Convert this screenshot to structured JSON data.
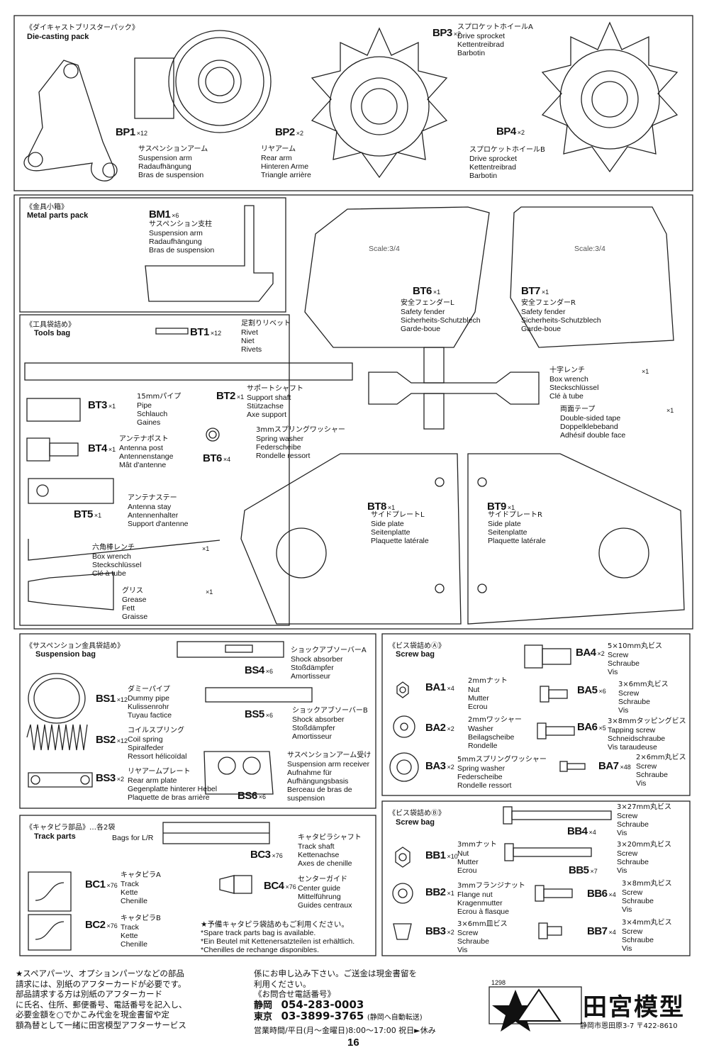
{
  "die": {
    "jp": "《ダイキャストブリスターパック》",
    "en": "Die-casting pack"
  },
  "metal": {
    "jp": "《金具小箱》",
    "en": "Metal parts pack"
  },
  "tools": {
    "jp": "《工具袋詰め》",
    "en": "Tools bag"
  },
  "susp": {
    "jp": "《サスペンション金具袋詰め》",
    "en": "Suspension bag"
  },
  "track": {
    "jp": "《キャタピラ部品》…各2袋",
    "en": "Track parts",
    "sub": "Bags for L/R"
  },
  "screwA": {
    "jp": "《ビス袋詰めⒶ》",
    "en": "Screw bag"
  },
  "screwB": {
    "jp": "《ビス袋詰めⒷ》",
    "en": "Screw bag"
  },
  "scale": "Scale:3/4",
  "parts": [
    {
      "code": "BP1",
      "qty": "×12",
      "lines": [
        "サスペンションアーム",
        "Suspension arm",
        "Radaufhängung",
        "Bras de suspension"
      ]
    },
    {
      "code": "BP2",
      "qty": "×2",
      "lines": [
        "リヤアーム",
        "Rear arm",
        "Hinteren Arme",
        "Triangle arrière"
      ]
    },
    {
      "code": "BP3",
      "qty": "×2",
      "lines": [
        "スプロケットホイールA",
        "Drive sprocket",
        "Kettentreibrad",
        "Barbotin"
      ]
    },
    {
      "code": "BP4",
      "qty": "×2",
      "lines": [
        "スプロケットホイールB",
        "Drive sprocket",
        "Kettentreibrad",
        "Barbotin"
      ]
    },
    {
      "code": "BM1",
      "qty": "×6",
      "lines": [
        "サスペンション支柱",
        "Suspension arm",
        "Radaufhängung",
        "Bras de suspension"
      ]
    },
    {
      "code": "BT6",
      "qty": "×1",
      "lines": [
        "安全フェンダーL",
        "Safety fender",
        "Sicherheits-Schutzblech",
        "Garde-boue"
      ]
    },
    {
      "code": "BT7",
      "qty": "×1",
      "lines": [
        "安全フェンダーR",
        "Safety fender",
        "Sicherheits-Schutzblech",
        "Garde-boue"
      ]
    },
    {
      "code": "BT1",
      "qty": "×12",
      "lines": [
        "足割りリベット",
        "Rivet",
        "Niet",
        "Rivets"
      ]
    },
    {
      "code": "BT3",
      "qty": "×1",
      "lines": [
        "15mmパイプ",
        "Pipe",
        "Schlauch",
        "Gaines"
      ]
    },
    {
      "code": "BT2",
      "qty": "×1",
      "lines": [
        "サポートシャフト",
        "Support shaft",
        "Stützachse",
        "Axe support"
      ]
    },
    {
      "code": "BT4",
      "qty": "×1",
      "lines": [
        "アンテナポスト",
        "Antenna post",
        "Antennenstange",
        "Mât d'antenne"
      ]
    },
    {
      "code": "BT6",
      "qty": "×4",
      "lines": [
        "3mmスプリングワッシャー",
        "Spring washer",
        "Federscheibe",
        "Rondelle ressort"
      ]
    },
    {
      "code": "BT5",
      "qty": "×1",
      "lines": [
        "アンテナステー",
        "Antenna stay",
        "Antennenhalter",
        "Support d'antenne"
      ]
    },
    {
      "code": "BT8",
      "qty": "×1",
      "lines": [
        "サイドプレートL",
        "Side plate",
        "Seitenplatte",
        "Plaquette latérale"
      ]
    },
    {
      "code": "BT9",
      "qty": "×1",
      "lines": [
        "サイドプレートR",
        "Side plate",
        "Seitenplatte",
        "Plaquette latérale"
      ]
    },
    {
      "code": "BS4",
      "qty": "×6",
      "lines": [
        "ショックアブソーバーA",
        "Shock absorber",
        "Stoßdämpfer",
        "Amortisseur"
      ]
    },
    {
      "code": "BS1",
      "qty": "×12",
      "lines": [
        "ダミーパイプ",
        "Dummy pipe",
        "Kulissenrohr",
        "Tuyau factice"
      ]
    },
    {
      "code": "BS5",
      "qty": "×6",
      "lines": [
        "ショックアブソーバーB",
        "Shock absorber",
        "Stoßdämpfer",
        "Amortisseur"
      ]
    },
    {
      "code": "BS2",
      "qty": "×12",
      "lines": [
        "コイルスプリング",
        "Coil spring",
        "Spiralfeder",
        "Ressort hélicoïdal"
      ]
    },
    {
      "code": "BS3",
      "qty": "×2",
      "lines": [
        "リヤアームプレート",
        "Rear arm plate",
        "Gegenplatte hinterer Hebel",
        "Plaquette de bras arrière"
      ]
    },
    {
      "code": "BS6",
      "qty": "×6",
      "lines": [
        "サスペンションアーム受け",
        "Suspension arm receiver",
        "Aufnahme für",
        "Aufhängungsbasis",
        "Berceau de bras de",
        "suspension"
      ]
    },
    {
      "code": "BC3",
      "qty": "×76",
      "lines": [
        "キャタピラシャフト",
        "Track shaft",
        "Kettenachse",
        "Axes de chenille"
      ]
    },
    {
      "code": "BC1",
      "qty": "×76",
      "lines": [
        "キャタピラA",
        "Track",
        "Kette",
        "Chenille"
      ]
    },
    {
      "code": "BC4",
      "qty": "×76",
      "lines": [
        "センターガイド",
        "Center guide",
        "Mittelführung",
        "Guides centraux"
      ]
    },
    {
      "code": "BC2",
      "qty": "×76",
      "lines": [
        "キャタピラB",
        "Track",
        "Kette",
        "Chenille"
      ]
    },
    {
      "code": "BA4",
      "qty": "×2",
      "lines": [
        "5×10mm丸ビス",
        "Screw",
        "Schraube",
        "Vis"
      ]
    },
    {
      "code": "BA1",
      "qty": "×4",
      "lines": [
        "2mmナット",
        "Nut",
        "Mutter",
        "Ecrou"
      ]
    },
    {
      "code": "BA5",
      "qty": "×6",
      "lines": [
        "3×6mm丸ビス",
        "Screw",
        "Schraube",
        "Vis"
      ]
    },
    {
      "code": "BA2",
      "qty": "×2",
      "lines": [
        "2mmワッシャー",
        "Washer",
        "Beilagscheibe",
        "Rondelle"
      ]
    },
    {
      "code": "BA6",
      "qty": "×5",
      "lines": [
        "3×8mmタッピングビス",
        "Tapping screw",
        "Schneidschraube",
        "Vis taraudeuse"
      ]
    },
    {
      "code": "BA3",
      "qty": "×2",
      "lines": [
        "5mmスプリングワッシャー",
        "Spring washer",
        "Federscheibe",
        "Rondelle ressort"
      ]
    },
    {
      "code": "BA7",
      "qty": "×48",
      "lines": [
        "2×6mm丸ビス",
        "Screw",
        "Schraube",
        "Vis"
      ]
    },
    {
      "code": "BB4",
      "qty": "×4",
      "lines": [
        "3×27mm丸ビス",
        "Screw",
        "Schraube",
        "Vis"
      ]
    },
    {
      "code": "BB1",
      "qty": "×10",
      "lines": [
        "3mmナット",
        "Nut",
        "Mutter",
        "Ecrou"
      ]
    },
    {
      "code": "BB5",
      "qty": "×7",
      "lines": [
        "3×20mm丸ビス",
        "Screw",
        "Schraube",
        "Vis"
      ]
    },
    {
      "code": "BB2",
      "qty": "×1",
      "lines": [
        "3mmフランジナット",
        "Flange nut",
        "Kragenmutter",
        "Ecrou à flasque"
      ]
    },
    {
      "code": "BB6",
      "qty": "×4",
      "lines": [
        "3×8mm丸ビス",
        "Screw",
        "Schraube",
        "Vis"
      ]
    },
    {
      "code": "BB3",
      "qty": "×2",
      "lines": [
        "3×6mm皿ビス",
        "Screw",
        "Schraube",
        "Vis"
      ]
    },
    {
      "code": "BB7",
      "qty": "×4",
      "lines": [
        "3×4mm丸ビス",
        "Screw",
        "Schraube",
        "Vis"
      ]
    }
  ],
  "tools_items": [
    {
      "jp": "十字レンチ",
      "qty": "×1",
      "lines": [
        "Box wrench",
        "Steckschlüssel",
        "Clé à tube"
      ]
    },
    {
      "jp": "両面テープ",
      "qty": "×1",
      "lines": [
        "Double-sided tape",
        "Doppelklebeband",
        "Adhésif double face"
      ]
    },
    {
      "jp": "六角棒レンチ",
      "qty": "×1",
      "lines": [
        "Box wrench",
        "Steckschlüssel",
        "Clé à tube"
      ]
    },
    {
      "jp": "グリス",
      "qty": "×1",
      "lines": [
        "Grease",
        "Fett",
        "Graisse"
      ]
    }
  ],
  "spare": [
    "★予備キャタピラ袋詰めもご利用ください。",
    "*Spare track parts bag is available.",
    "*Ein Beutel mit Kettenersatzteilen ist erhältlich.",
    "*Chenilles de rechange disponibles."
  ],
  "footer": {
    "left": [
      "★スペアパーツ、オプションパーツなどの部品",
      "請求には、別紙のアフターカードが必要です。",
      "部品請求する方は別紙のアフターカード",
      "に氏名、住所、郵便番号、電話番号を記入し、",
      "必要金額を○でかこみ代金を現金書留や定",
      "額為替として一緒に田宮模型アフターサービス"
    ],
    "mid1": "係にお申し込み下さい。ご送金は現金書留を",
    "mid2": "利用ください。",
    "mid3": "《お問合せ電話番号》",
    "shizuoka_label": "静岡",
    "shizuoka_no": "054-283-0003",
    "tokyo_label": "東京",
    "tokyo_no": "03-3899-3765",
    "tokyo_note": "(静岡へ自動転送)",
    "hours": "営業時間/平日(月〜金曜日)8:00〜17:00 祝日►休み",
    "code": "1298",
    "company": "田宮模型",
    "address": "静岡市恩田原3-7 〒422-8610",
    "page": "16"
  }
}
